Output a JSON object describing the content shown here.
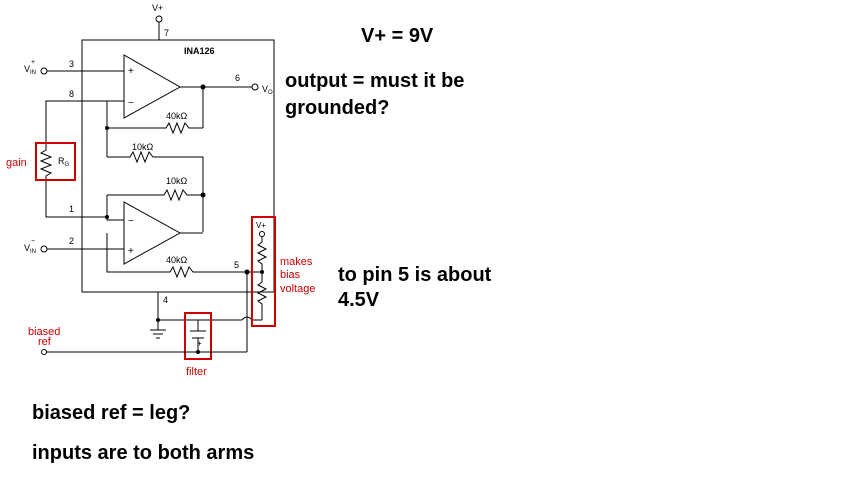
{
  "chip": {
    "name": "INA126"
  },
  "pins": {
    "p7": "7",
    "p3": "3",
    "p8": "8",
    "p6": "6",
    "p1": "1",
    "p2": "2",
    "p5": "5",
    "p4": "4"
  },
  "labels": {
    "vplus_top": "V+",
    "vin_plus_main": "V",
    "vin_plus_sup": "+",
    "vin_plus_sub": "IN",
    "vin_minus_main": "V",
    "vin_minus_sup": "−",
    "vin_minus_sub": "IN",
    "vout_main": "V",
    "vout_sub": "O",
    "rg_main": "R",
    "rg_sub": "G",
    "vplus_divider": "V+",
    "opamp_plus": "+",
    "opamp_minus": "−",
    "cap_plus": "+"
  },
  "resistors": {
    "r40k_top": "40kΩ",
    "r10k_mid": "10kΩ",
    "r10k_low": "10kΩ",
    "r40k_bot": "40kΩ"
  },
  "annotations": {
    "gain": "gain",
    "makes_bias_voltage": [
      "makes",
      "bias",
      "voltage"
    ],
    "biased_ref": [
      "biased",
      "ref"
    ],
    "filter": "filter"
  },
  "notes": {
    "vplus_eq": "V+ = 9V",
    "output_q": [
      "output = must it be",
      "grounded?"
    ],
    "pin5": [
      "to pin 5 is about",
      "4.5V"
    ],
    "biased_ref_q": "biased ref = leg?",
    "inputs": "inputs are to both arms"
  },
  "colors": {
    "annotation": "#cc0000",
    "line": "#000000"
  }
}
